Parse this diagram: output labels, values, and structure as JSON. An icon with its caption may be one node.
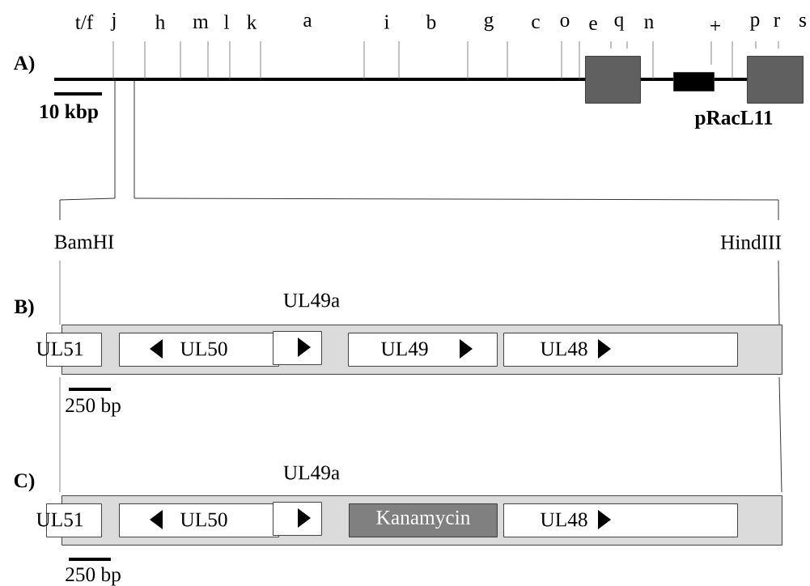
{
  "diagram": {
    "nodes": [
      {
        "text": [],
        "shape": "box"
      },
      {
        "text": [
          "pRacL11"
        ]
      },
      {
        "text": [],
        "shape": "box"
      },
      {
        "text": [],
        "shape": "box"
      },
      {
        "text": [
          "UL51"
        ]
      },
      {
        "text": [
          "UL50"
        ],
        "in": 3
      },
      {
        "text": [
          "UL49a"
        ],
        "in": 3
      },
      {
        "text": [
          "UL49"
        ],
        "in": 3
      },
      {
        "text": [
          "UL48"
        ],
        "in": 3
      },
      {
        "text": [],
        "shape": "box"
      },
      {
        "text": [
          "UL51"
        ]
      },
      {
        "text": [
          "UL50"
        ],
        "in": 9
      },
      {
        "text": [
          "UL49a"
        ],
        "in": 9
      },
      {
        "text": [
          "Kanamycin"
        ],
        "in": 9
      },
      {
        "text": [
          "UL48"
        ],
        "in": 9
      }
    ],
    "labels": [
      "t/f",
      "j",
      "h",
      "m",
      "l",
      "k",
      "a",
      "i",
      "b",
      "g",
      "c",
      "o",
      "e",
      "q",
      "n",
      "+",
      "p",
      "r",
      "s",
      "A)",
      "10 kbp",
      "BamHI",
      "HindIII",
      "B)",
      "250 bp",
      "C)",
      "250 bp"
    ]
  }
}
